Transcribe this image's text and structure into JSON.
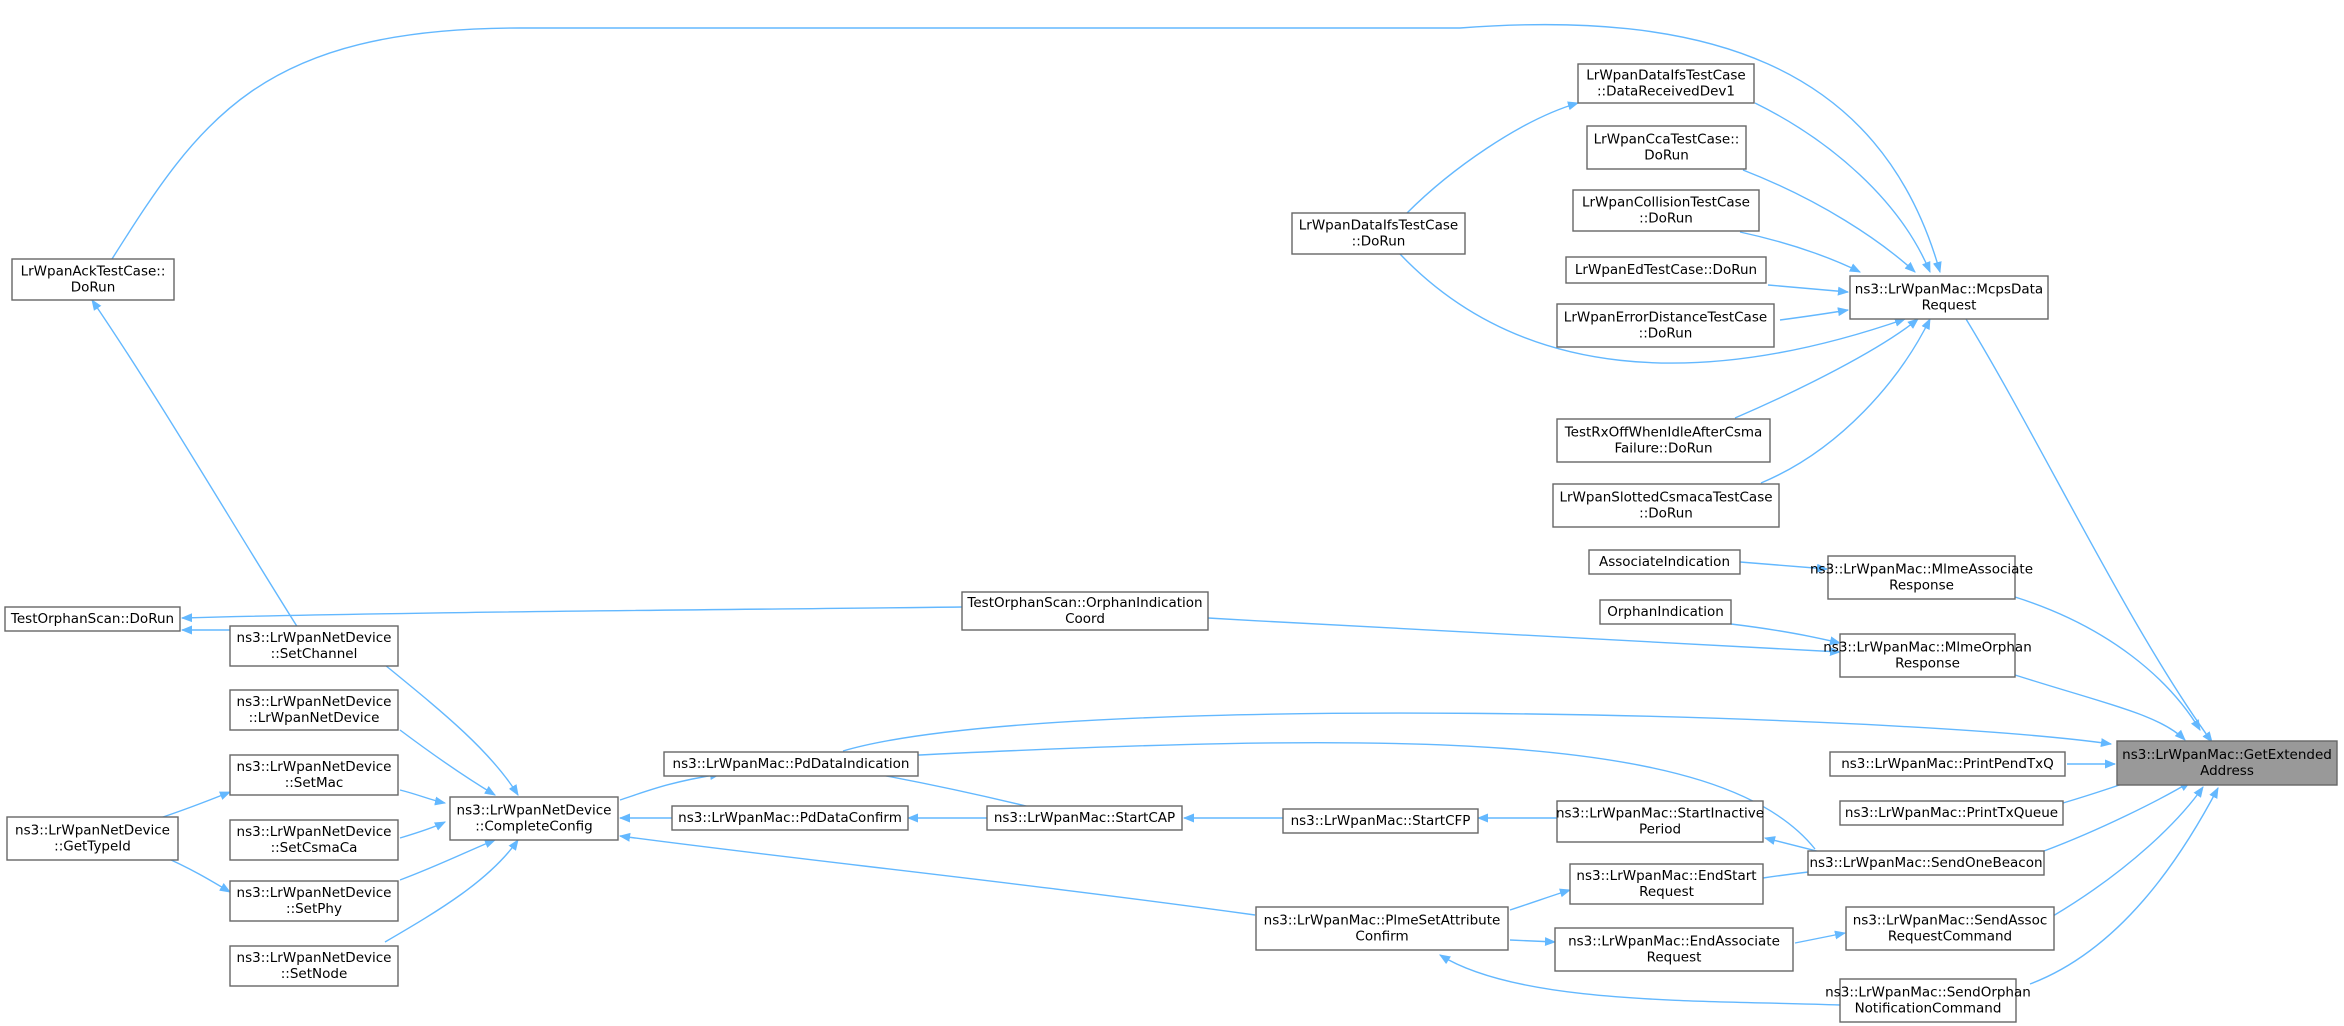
{
  "colors": {
    "edge": "#63b8ff",
    "node_border": "#666666",
    "root_fill": "#999999",
    "background": "#ffffff"
  },
  "nodes": [
    {
      "id": "get_extended_address",
      "lines": [
        "ns3::LrWpanMac::GetExtended",
        "Address"
      ],
      "root": true
    },
    {
      "id": "mcps_data_request",
      "lines": [
        "ns3::LrWpanMac::McpsData",
        "Request"
      ]
    },
    {
      "id": "mlme_associate_response",
      "lines": [
        "ns3::LrWpanMac::MlmeAssociate",
        "Response"
      ]
    },
    {
      "id": "mlme_orphan_response",
      "lines": [
        "ns3::LrWpanMac::MlmeOrphan",
        "Response"
      ]
    },
    {
      "id": "pd_data_indication",
      "lines": [
        "ns3::LrWpanMac::PdDataIndication"
      ]
    },
    {
      "id": "print_pend_txq",
      "lines": [
        "ns3::LrWpanMac::PrintPendTxQ"
      ]
    },
    {
      "id": "print_tx_queue",
      "lines": [
        "ns3::LrWpanMac::PrintTxQueue"
      ]
    },
    {
      "id": "send_one_beacon",
      "lines": [
        "ns3::LrWpanMac::SendOneBeacon"
      ]
    },
    {
      "id": "send_assoc_request_command",
      "lines": [
        "ns3::LrWpanMac::SendAssoc",
        "RequestCommand"
      ]
    },
    {
      "id": "send_orphan_notification_command",
      "lines": [
        "ns3::LrWpanMac::SendOrphan",
        "NotificationCommand"
      ]
    },
    {
      "id": "data_ifs_received_dev1",
      "lines": [
        "LrWpanDataIfsTestCase",
        "::DataReceivedDev1"
      ]
    },
    {
      "id": "cca_do_run",
      "lines": [
        "LrWpanCcaTestCase::",
        "DoRun"
      ]
    },
    {
      "id": "collision_do_run",
      "lines": [
        "LrWpanCollisionTestCase",
        "::DoRun"
      ]
    },
    {
      "id": "ed_do_run",
      "lines": [
        "LrWpanEdTestCase::DoRun"
      ]
    },
    {
      "id": "error_distance_do_run",
      "lines": [
        "LrWpanErrorDistanceTestCase",
        "::DoRun"
      ]
    },
    {
      "id": "rx_off_do_run",
      "lines": [
        "TestRxOffWhenIdleAfterCsma",
        "Failure::DoRun"
      ]
    },
    {
      "id": "slotted_csmaca_do_run",
      "lines": [
        "LrWpanSlottedCsmacaTestCase",
        "::DoRun"
      ]
    },
    {
      "id": "data_ifs_do_run",
      "lines": [
        "LrWpanDataIfsTestCase",
        "::DoRun"
      ]
    },
    {
      "id": "ack_do_run",
      "lines": [
        "LrWpanAckTestCase::",
        "DoRun"
      ]
    },
    {
      "id": "associate_indication",
      "lines": [
        "AssociateIndication"
      ]
    },
    {
      "id": "orphan_indication",
      "lines": [
        "OrphanIndication"
      ]
    },
    {
      "id": "orphan_indication_coord",
      "lines": [
        "TestOrphanScan::OrphanIndication",
        "Coord"
      ]
    },
    {
      "id": "orphan_scan_do_run",
      "lines": [
        "TestOrphanScan::DoRun"
      ]
    },
    {
      "id": "complete_config",
      "lines": [
        "ns3::LrWpanNetDevice",
        "::CompleteConfig"
      ]
    },
    {
      "id": "set_channel",
      "lines": [
        "ns3::LrWpanNetDevice",
        "::SetChannel"
      ]
    },
    {
      "id": "lr_wpan_net_device",
      "lines": [
        "ns3::LrWpanNetDevice",
        "::LrWpanNetDevice"
      ]
    },
    {
      "id": "set_mac",
      "lines": [
        "ns3::LrWpanNetDevice",
        "::SetMac"
      ]
    },
    {
      "id": "set_csmaca",
      "lines": [
        "ns3::LrWpanNetDevice",
        "::SetCsmaCa"
      ]
    },
    {
      "id": "set_phy",
      "lines": [
        "ns3::LrWpanNetDevice",
        "::SetPhy"
      ]
    },
    {
      "id": "set_node",
      "lines": [
        "ns3::LrWpanNetDevice",
        "::SetNode"
      ]
    },
    {
      "id": "get_type_id",
      "lines": [
        "ns3::LrWpanNetDevice",
        "::GetTypeId"
      ]
    },
    {
      "id": "pd_data_confirm",
      "lines": [
        "ns3::LrWpanMac::PdDataConfirm"
      ]
    },
    {
      "id": "start_cap",
      "lines": [
        "ns3::LrWpanMac::StartCAP"
      ]
    },
    {
      "id": "start_cfp",
      "lines": [
        "ns3::LrWpanMac::StartCFP"
      ]
    },
    {
      "id": "start_inactive_period",
      "lines": [
        "ns3::LrWpanMac::StartInactive",
        "Period"
      ]
    },
    {
      "id": "end_start_request",
      "lines": [
        "ns3::LrWpanMac::EndStart",
        "Request"
      ]
    },
    {
      "id": "end_associate_request",
      "lines": [
        "ns3::LrWpanMac::EndAssociate",
        "Request"
      ]
    },
    {
      "id": "plme_set_attribute_confirm",
      "lines": [
        "ns3::LrWpanMac::PlmeSetAttribute",
        "Confirm"
      ]
    }
  ]
}
